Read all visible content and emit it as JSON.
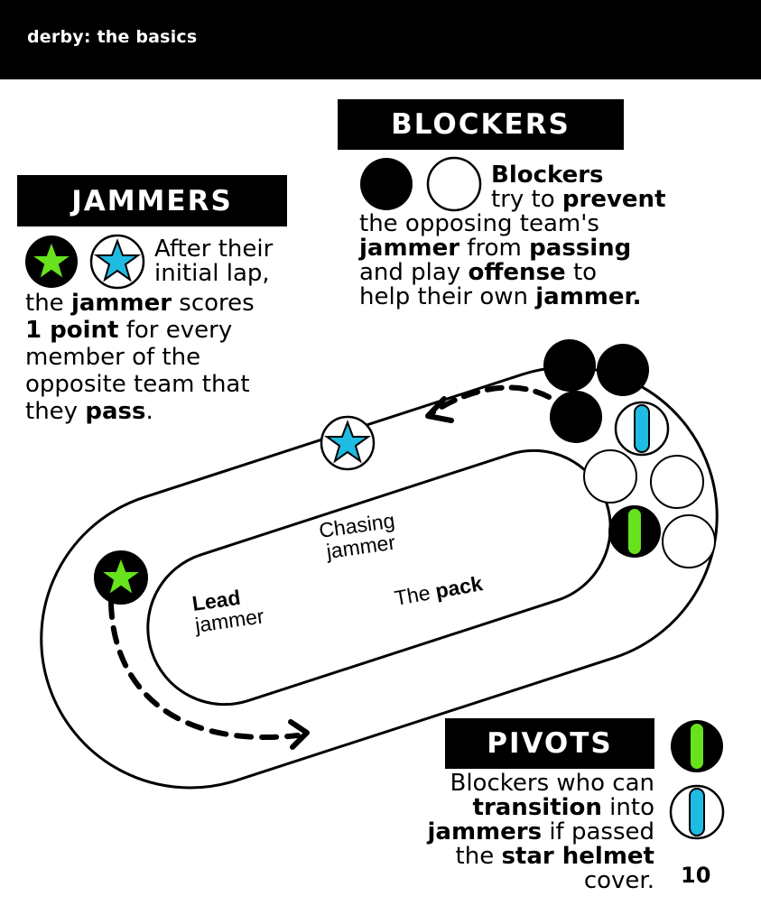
{
  "header": {
    "title": "derby: the basics"
  },
  "jammers": {
    "heading": "JAMMERS",
    "lines": [
      [
        "After their",
        ""
      ],
      [
        "initial lap,",
        ""
      ],
      [
        "the ",
        "jammer",
        " scores"
      ],
      [
        "",
        "1 point",
        " for every"
      ],
      [
        "member of the",
        ""
      ],
      [
        "opposite team that",
        ""
      ],
      [
        "they ",
        "pass",
        "."
      ]
    ]
  },
  "blockers": {
    "heading": "BLOCKERS",
    "lines": [
      [
        "",
        "Blockers",
        ""
      ],
      [
        "try to ",
        "prevent",
        ""
      ],
      [
        "the opposing team's",
        ""
      ],
      [
        "",
        "jammer",
        " from ",
        "passing"
      ],
      [
        "and play ",
        "offense",
        " to"
      ],
      [
        "help their own ",
        "jammer.",
        ""
      ]
    ]
  },
  "track": {
    "chasing_line1": "Chasing",
    "chasing_line2": "jammer",
    "pack_normal": "The ",
    "pack_bold": "pack",
    "lead_line1": "Lead",
    "lead_line2": "jammer"
  },
  "pivots": {
    "heading": "PIVOTS",
    "lines": [
      [
        "Blockers who can",
        ""
      ],
      [
        "",
        "transition",
        " into"
      ],
      [
        "",
        "jammers",
        " if passed"
      ],
      [
        "the ",
        "star helmet",
        ""
      ],
      [
        "cover.",
        ""
      ]
    ]
  },
  "page_number": "10",
  "colors": {
    "green": "#66e31c",
    "blue": "#1ebbe3",
    "black": "#000000",
    "white": "#ffffff"
  },
  "icons": [
    "green-star-helmet-icon",
    "blue-star-helmet-icon",
    "black-helmet-icon",
    "white-helmet-icon",
    "green-stripe-helmet-icon",
    "blue-stripe-helmet-icon"
  ]
}
